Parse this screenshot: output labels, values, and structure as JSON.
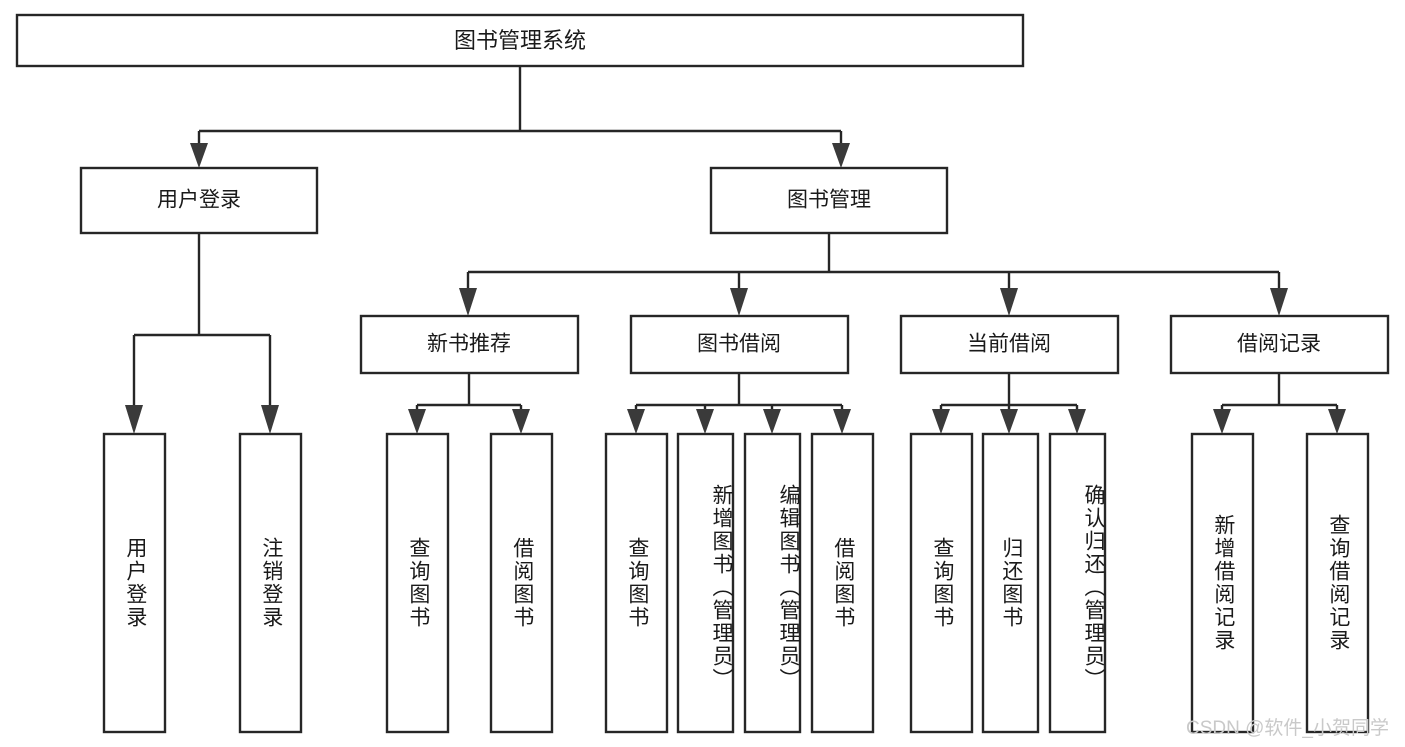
{
  "diagram": {
    "title_node": {
      "label": "图书管理系统"
    },
    "level2": [
      {
        "id": "user-login",
        "label": "用户登录"
      },
      {
        "id": "book-management",
        "label": "图书管理"
      }
    ],
    "level3": [
      {
        "id": "new-book-recommend",
        "label": "新书推荐"
      },
      {
        "id": "book-borrow",
        "label": "图书借阅"
      },
      {
        "id": "current-borrow",
        "label": "当前借阅"
      },
      {
        "id": "borrow-record",
        "label": "借阅记录"
      }
    ],
    "leaves": [
      {
        "id": "leaf-user-login",
        "label": "用户登录",
        "parent": "user-login"
      },
      {
        "id": "leaf-logout-login",
        "label": "注销登录",
        "parent": "user-login"
      },
      {
        "id": "leaf-query-book-1",
        "label": "查询图书",
        "parent": "new-book-recommend"
      },
      {
        "id": "leaf-borrow-book-1",
        "label": "借阅图书",
        "parent": "new-book-recommend"
      },
      {
        "id": "leaf-query-book-2",
        "label": "查询图书",
        "parent": "book-borrow"
      },
      {
        "id": "leaf-add-book",
        "label": "新增图书（管理员）",
        "parent": "book-borrow"
      },
      {
        "id": "leaf-edit-book",
        "label": "编辑图书（管理员）",
        "parent": "book-borrow"
      },
      {
        "id": "leaf-borrow-book-2",
        "label": "借阅图书",
        "parent": "book-borrow"
      },
      {
        "id": "leaf-query-book-3",
        "label": "查询图书",
        "parent": "current-borrow"
      },
      {
        "id": "leaf-return-book",
        "label": "归还图书",
        "parent": "current-borrow"
      },
      {
        "id": "leaf-confirm-return",
        "label": "确认归还（管理员）",
        "parent": "current-borrow"
      },
      {
        "id": "leaf-add-record",
        "label": "新增借阅记录",
        "parent": "borrow-record"
      },
      {
        "id": "leaf-query-record",
        "label": "查询借阅记录",
        "parent": "borrow-record"
      }
    ],
    "watermark": "CSDN @软件_小贺同学",
    "colors": {
      "box_stroke": "#262626",
      "box_fill": "#ffffff",
      "text": "#1a1a1a",
      "watermark": "#c9c9c9"
    }
  }
}
